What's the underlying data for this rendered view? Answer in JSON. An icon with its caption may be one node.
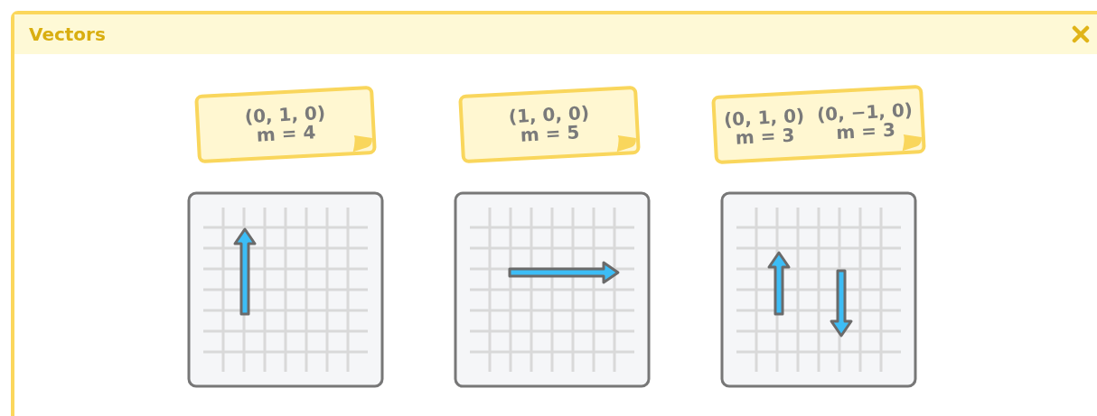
{
  "diagram": {
    "title": "Vectors",
    "nodes": [
      {
        "text": [
          "(0, 1, 0)",
          "m = 4"
        ]
      },
      {
        "text": [
          "(1, 0, 0)",
          "m = 5"
        ]
      },
      {
        "text": [
          "(0, 1, 0)",
          "m = 3",
          "(0, −1, 0)",
          "m = 3"
        ]
      }
    ]
  }
}
